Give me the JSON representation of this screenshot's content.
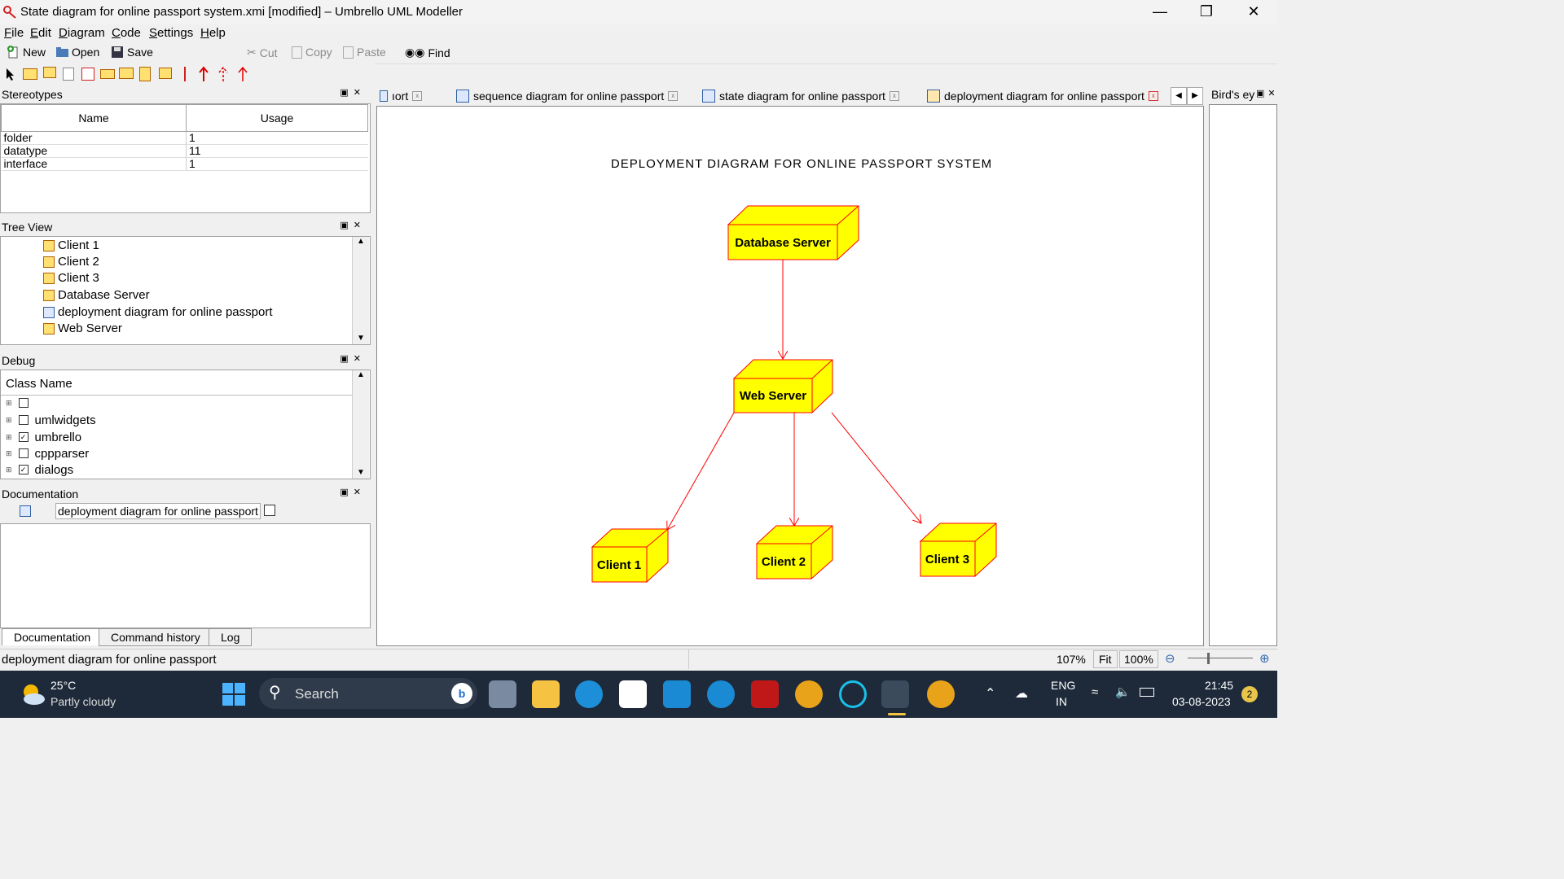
{
  "window": {
    "title": "State diagram for online passport system.xmi [modified] – Umbrello UML Modeller"
  },
  "menu": [
    "File",
    "Edit",
    "Diagram",
    "Code",
    "Settings",
    "Help"
  ],
  "toolbar": {
    "new": "New",
    "open": "Open",
    "save": "Save",
    "cut": "Cut",
    "copy": "Copy",
    "paste": "Paste",
    "find": "Find"
  },
  "stereotypes": {
    "title": "Stereotypes",
    "col_name": "Name",
    "col_usage": "Usage",
    "rows": [
      {
        "name": "folder",
        "usage": "1"
      },
      {
        "name": "datatype",
        "usage": "11"
      },
      {
        "name": "interface",
        "usage": "1"
      }
    ]
  },
  "treeview": {
    "title": "Tree View",
    "items": [
      "Client 1",
      "Client 2",
      "Client 3",
      "Database Server",
      "deployment diagram for online passport",
      "Web Server"
    ]
  },
  "debug": {
    "title": "Debug",
    "col": "Class Name",
    "rows": [
      {
        "label": "",
        "checked": false
      },
      {
        "label": "umlwidgets",
        "checked": false
      },
      {
        "label": "umbrello",
        "checked": true
      },
      {
        "label": "cppparser",
        "checked": false
      },
      {
        "label": "dialogs",
        "checked": true
      }
    ]
  },
  "documentation": {
    "title": "Documentation",
    "name": "deployment diagram for online passport"
  },
  "bottom_tabs": [
    "Documentation",
    "Command history",
    "Log"
  ],
  "tabs": [
    {
      "label": "ıort"
    },
    {
      "label": "sequence diagram for online passport"
    },
    {
      "label": "state diagram for online passport"
    },
    {
      "label": "deployment diagram for online passport"
    }
  ],
  "birdseye": {
    "title": "Bird's ey"
  },
  "diagram": {
    "title": "DEPLOYMENT DIAGRAM FOR ONLINE PASSPORT SYSTEM",
    "nodes": {
      "db": "Database Server",
      "web": "Web Server",
      "c1": "Client 1",
      "c2": "Client 2",
      "c3": "Client 3"
    },
    "colors": {
      "fill": "#ffff00",
      "stroke": "#ff0000"
    }
  },
  "status": {
    "text": "deployment diagram for online passport",
    "zoom": "107%",
    "fit": "Fit",
    "hundred": "100%"
  },
  "taskbar": {
    "temp": "25°C",
    "weather": "Partly cloudy",
    "search": "Search",
    "lang1": "ENG",
    "lang2": "IN",
    "time": "21:45",
    "date": "03-08-2023",
    "badge": "2"
  }
}
